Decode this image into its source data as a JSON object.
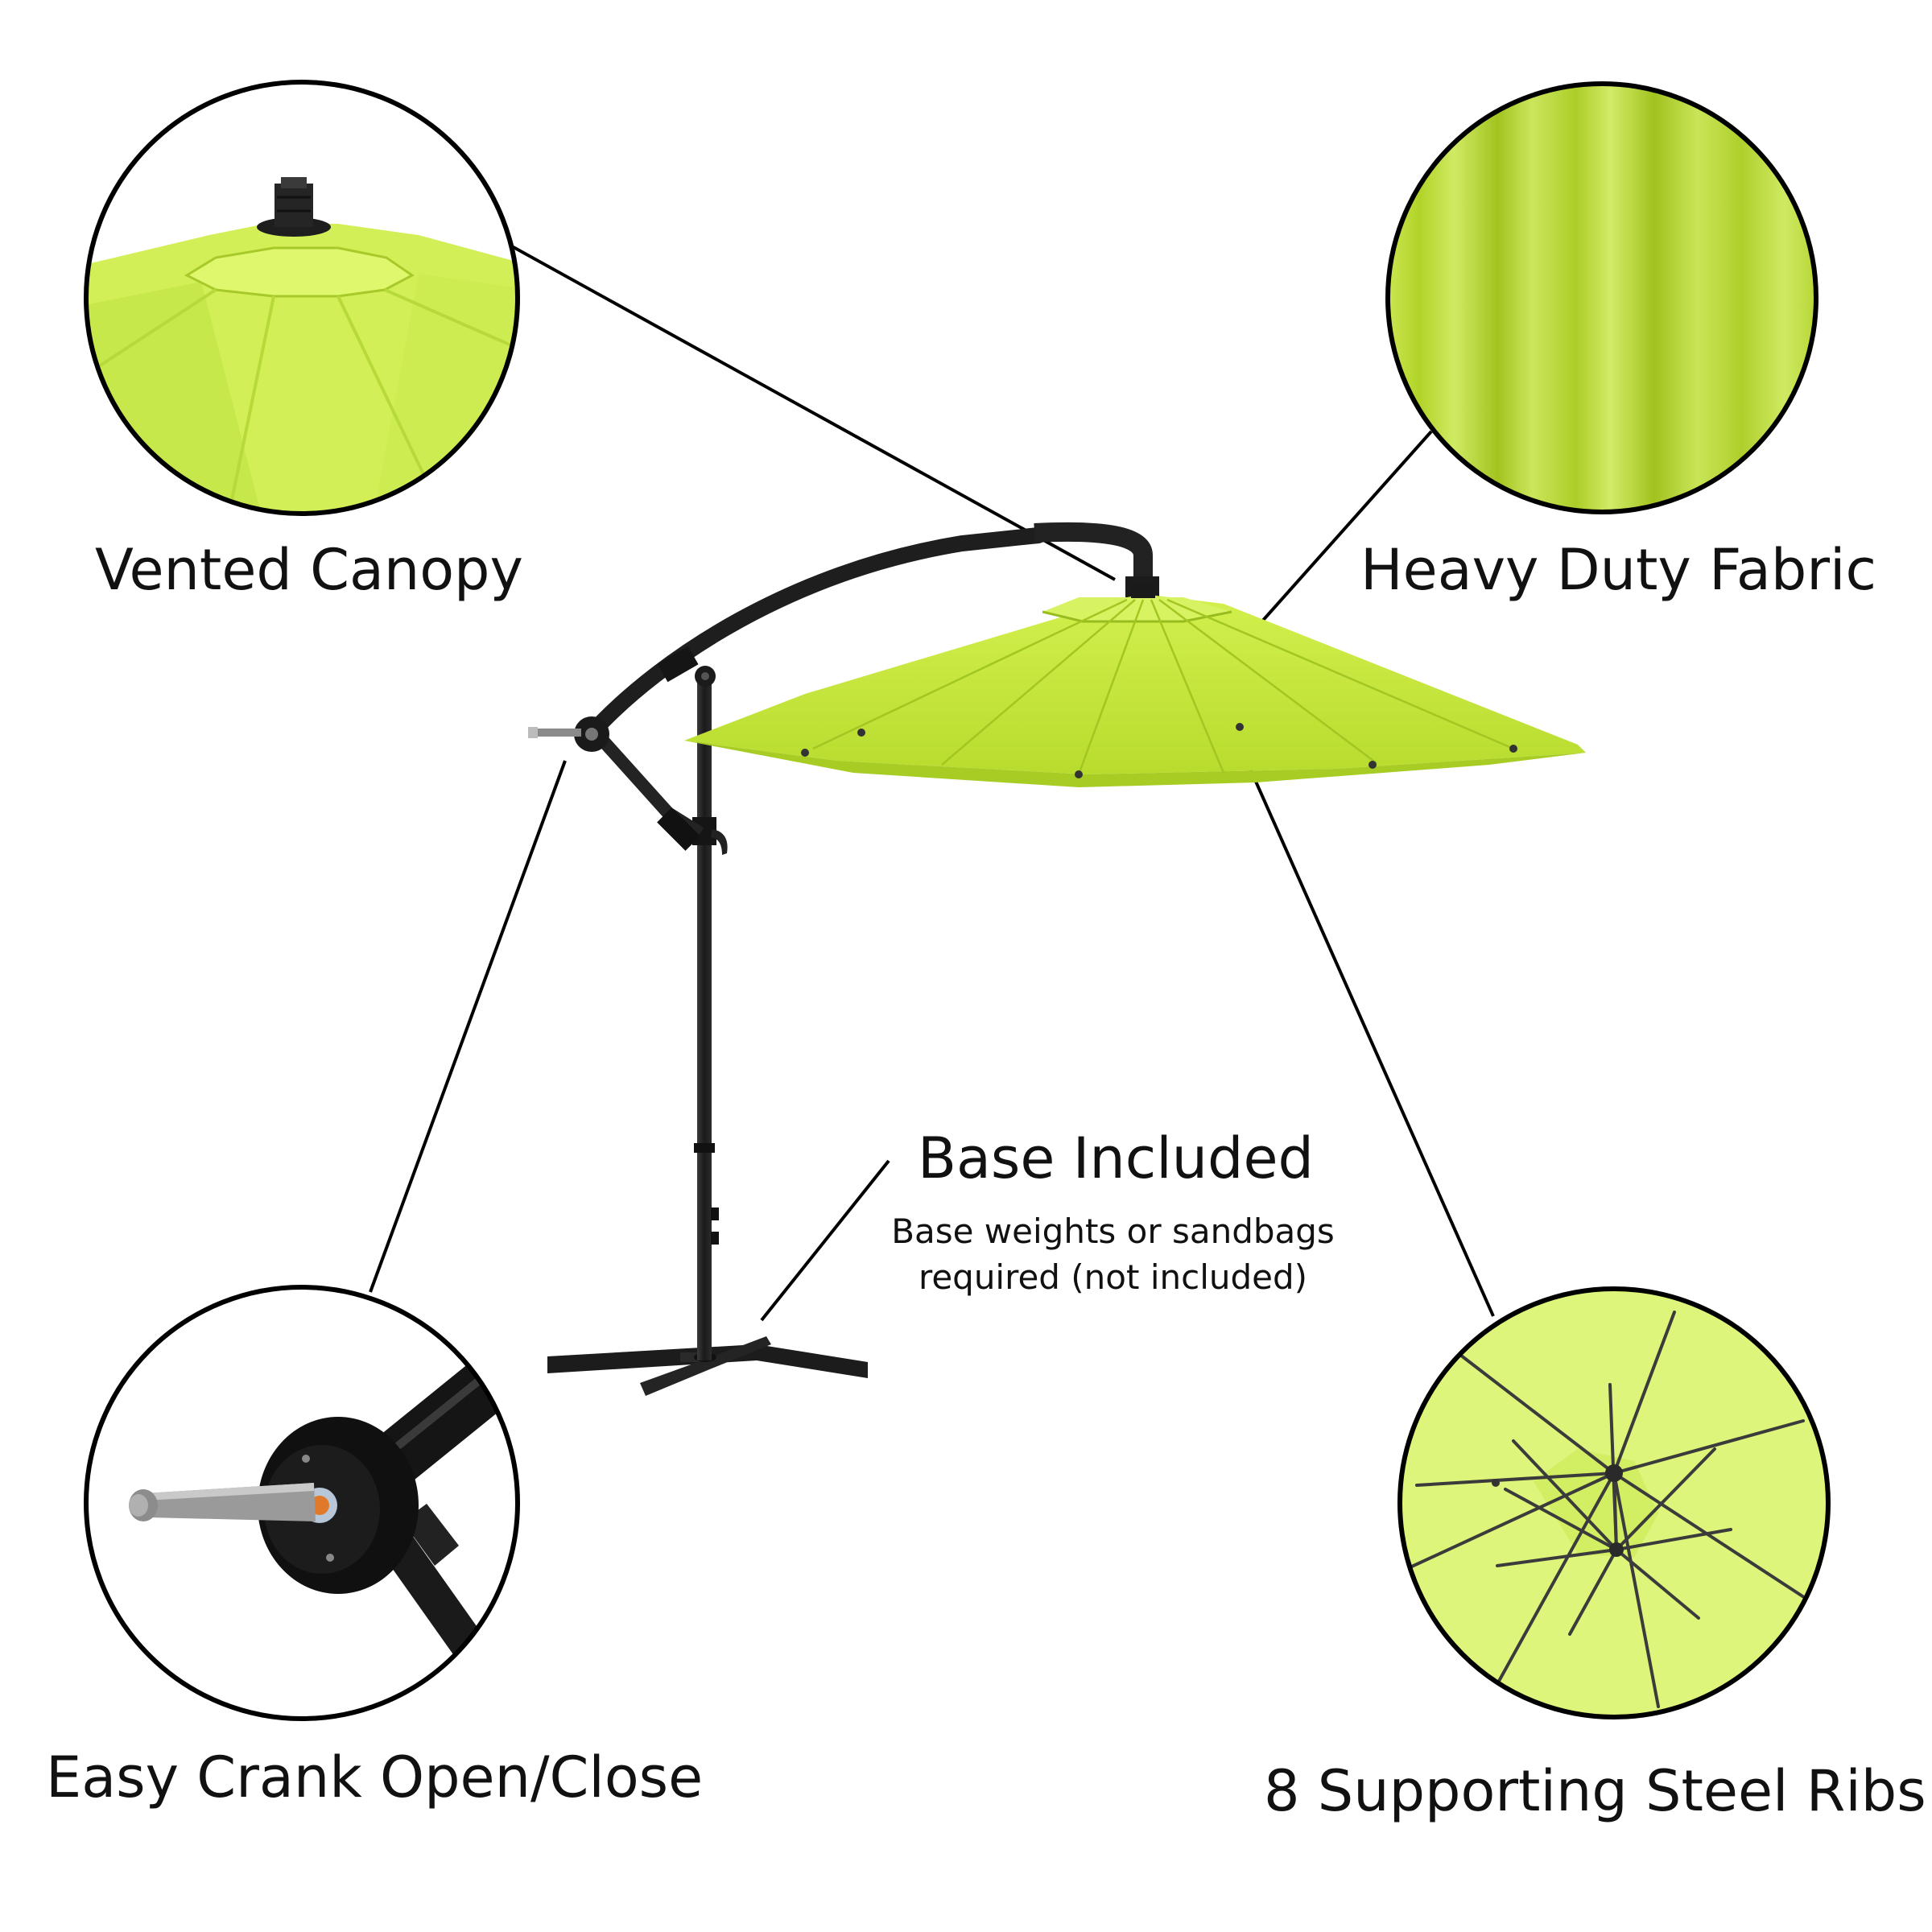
{
  "callouts": {
    "vented_canopy": "Vented Canopy",
    "heavy_duty_fabric": "Heavy Duty Fabric",
    "base_included": "Base Included",
    "base_note_line1": "Base weights or sandbags",
    "base_note_line2": "required (not included)",
    "easy_crank": "Easy Crank Open/Close",
    "steel_ribs": "8 Supporting Steel Ribs"
  },
  "colors": {
    "canopy_green": "#c3e63a",
    "canopy_light": "#dcf57a",
    "frame_dark": "#1e1e1e",
    "outline": "#000000"
  }
}
